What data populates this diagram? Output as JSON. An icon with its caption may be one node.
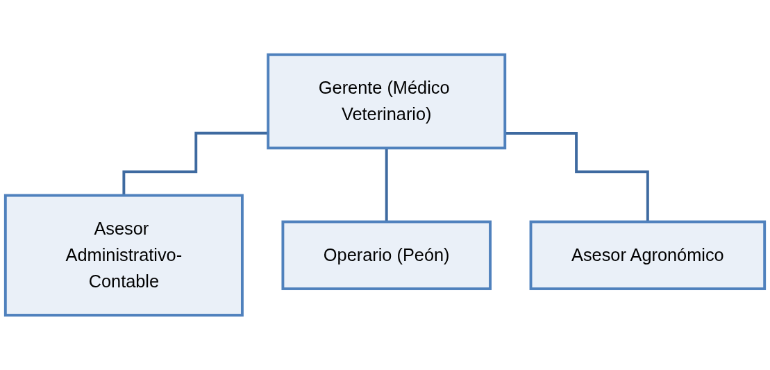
{
  "diagram": {
    "nodes": [
      {
        "text": [
          "Gerente (Médico Veterinario)"
        ]
      },
      {
        "text": [
          "Asesor Administrativo-Contable"
        ]
      },
      {
        "text": [
          "Operario (Peón)"
        ]
      },
      {
        "text": [
          "Asesor Agronómico"
        ]
      }
    ],
    "edges": [
      {
        "from": 0,
        "to": 1,
        "arrow": "none"
      },
      {
        "from": 0,
        "to": 2,
        "arrow": "none"
      },
      {
        "from": 0,
        "to": 3,
        "arrow": "none"
      }
    ]
  }
}
